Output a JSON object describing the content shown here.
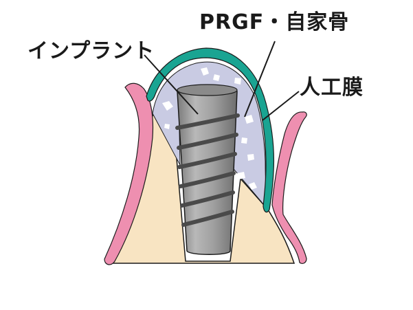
{
  "labels": {
    "implant": "インプラント",
    "prgf_bone": "PRGF・自家骨",
    "membrane": "人工膜"
  },
  "colors": {
    "gum": "#ee8fb0",
    "bone": "#f8e4c2",
    "membrane": "#1aa492",
    "graft": "#c9cbe3",
    "graft_particles": "#ffffff",
    "implant_body": "#9c9c9c",
    "implant_thread": "#4a4a4a",
    "outline": "#1a1a1a"
  }
}
